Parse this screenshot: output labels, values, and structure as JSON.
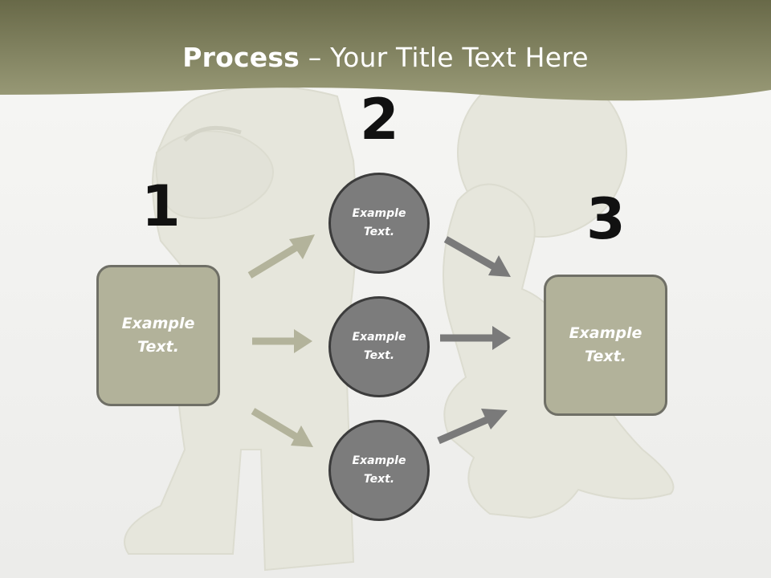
{
  "slide": {
    "title_bold": "Process",
    "title_rest": " – Your Title Text Here",
    "colors": {
      "header": "#7a7b5a",
      "box_fill": "#b2b29a",
      "circle_fill": "#7c7c7c",
      "arrow_left": "#b3b39b",
      "arrow_right": "#7a7a7a"
    }
  },
  "steps": [
    {
      "number": "1"
    },
    {
      "number": "2"
    },
    {
      "number": "3"
    }
  ],
  "boxes": {
    "left": "Example\nText.",
    "right": "Example\nText."
  },
  "circles": [
    {
      "text": "Example\nText."
    },
    {
      "text": "Example\nText."
    },
    {
      "text": "Example\nText."
    }
  ]
}
